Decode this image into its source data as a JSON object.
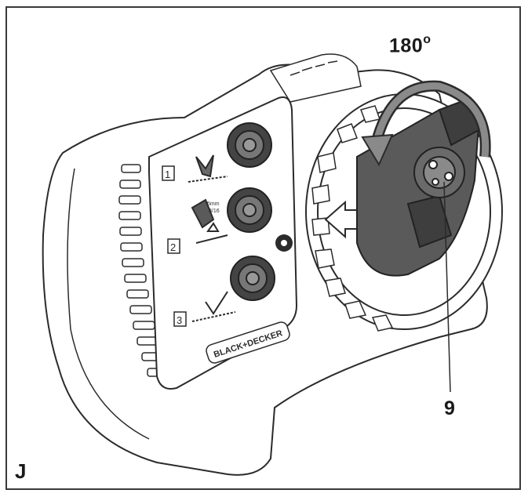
{
  "figure": {
    "letter": "J",
    "rotation_number": "180",
    "rotation_unit": "o",
    "callout_label": "9"
  },
  "device": {
    "brand": "BLACK+DECKER",
    "modes": [
      "1",
      "2",
      "3"
    ],
    "mode_2_depth_text": [
      "5mm",
      "3/16"
    ]
  },
  "colors": {
    "line": "#2b2b2b",
    "dial_dark": "#4a4a4a",
    "blade_holder": "#5a5a5a"
  }
}
